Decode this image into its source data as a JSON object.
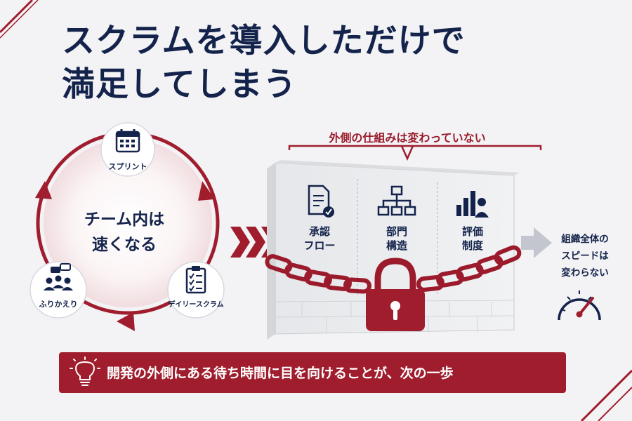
{
  "title": {
    "line1": "スクラムを導入しただけで",
    "line2": "満足してしまう"
  },
  "cycle": {
    "center_line1": "チーム内は",
    "center_line2": "速くなる",
    "nodes": [
      {
        "label": "スプリント",
        "icon": "calendar-icon"
      },
      {
        "label": "デイリースクラム",
        "icon": "clipboard-checklist-icon"
      },
      {
        "label": "ふりかえり",
        "icon": "team-discussion-icon"
      }
    ]
  },
  "wall": {
    "banner": "外側の仕組みは変わっていない",
    "columns": [
      {
        "line1": "承認",
        "line2": "フロー",
        "icon": "approval-document-icon"
      },
      {
        "line1": "部門",
        "line2": "構造",
        "icon": "org-chart-icon"
      },
      {
        "line1": "評価",
        "line2": "制度",
        "icon": "evaluation-chart-icon"
      }
    ]
  },
  "outcome": {
    "line1": "組織全体の",
    "line2": "スピードは",
    "line3": "変わらない",
    "icon": "speedometer-icon"
  },
  "bottom": {
    "text": "開発の外側にある待ち時間に目を向けることが、次の一歩",
    "icon": "lightbulb-icon"
  },
  "colors": {
    "navy": "#14234b",
    "accent_red": "#a01d2e",
    "background": "#f3f3f5"
  }
}
